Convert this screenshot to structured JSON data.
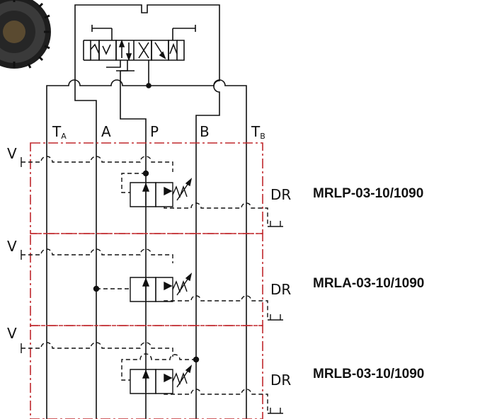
{
  "ports": {
    "ta": {
      "letter": "T",
      "sub": "A"
    },
    "a": "A",
    "p": "P",
    "b": "B",
    "tb": {
      "letter": "T",
      "sub": "B"
    }
  },
  "sections": [
    {
      "v_label": "V",
      "dr_label": "DR",
      "model": "MRLP-03-10/1090"
    },
    {
      "v_label": "V",
      "dr_label": "DR",
      "model": "MRLA-03-10/1090"
    },
    {
      "v_label": "V",
      "dr_label": "DR",
      "model": "MRLB-03-10/1090"
    }
  ],
  "colors": {
    "line": "#111111",
    "frame": "#c0282d",
    "knob": "#2a2a2a"
  }
}
